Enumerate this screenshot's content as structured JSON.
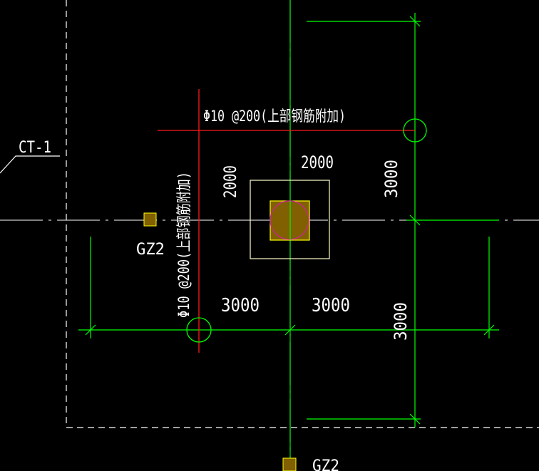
{
  "drawing": {
    "colors": {
      "background": "#000000",
      "outline": "#ffffff",
      "dimension": "#00ff00",
      "rebar": "#ff1a1a",
      "circle": "#00ff00",
      "column_fill": "#806000",
      "column_border": "#ffff00",
      "pile": "#d020a0",
      "cap_outline": "#ffffcc",
      "axis": "#ffffff",
      "text": "#ffffff"
    },
    "labels": {
      "ct_label": "CT-1",
      "gz2_left": "GZ2",
      "gz2_bottom": "GZ2",
      "rebar_horizontal": "Φ10 @200(上部钢筋附加)",
      "rebar_vertical": "Φ10 @200(上部钢筋附加)",
      "dim_cap_width": "2000",
      "dim_cap_height": "2000",
      "dim_right_upper": "3000",
      "dim_right_lower": "3000",
      "dim_bottom_left": "3000",
      "dim_bottom_right": "3000"
    }
  }
}
